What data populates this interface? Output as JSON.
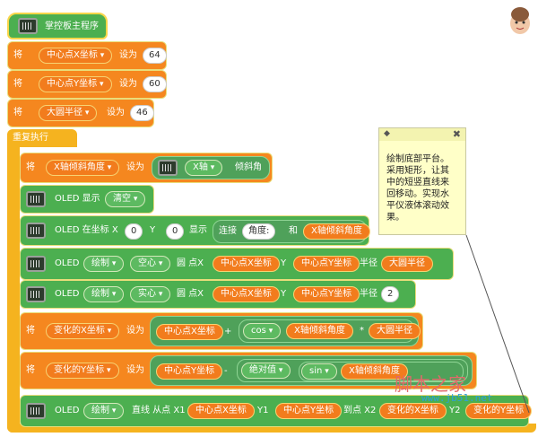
{
  "program": {
    "hat_label": "掌控板主程序",
    "set_label": "将",
    "set_to": "设为",
    "assignments": [
      {
        "var": "中心点X坐标",
        "value": "64"
      },
      {
        "var": "中心点Y坐标",
        "value": "60"
      },
      {
        "var": "大圆半径",
        "value": "46"
      }
    ],
    "loop_label": "重复执行",
    "loop": {
      "set_angle": {
        "var": "X轴倾斜角度",
        "axis": "X轴",
        "suffix": "倾斜角"
      },
      "oled_show": {
        "label": "OLED 显示",
        "value": "清空"
      },
      "oled_text": {
        "label": "OLED 在坐标 X",
        "x": "0",
        "y_label": "Y",
        "y": "0",
        "show": "显示",
        "join": "连接",
        "str": "角度:",
        "and": "和",
        "var": "X轴倾斜角度"
      },
      "oled_circle_hollow": {
        "oled": "OLED",
        "draw": "绘制",
        "mode": "空心",
        "circle_x": "圆 点X",
        "x": "中心点X坐标",
        "y_label": "Y",
        "y": "中心点Y坐标",
        "r_label": "半径",
        "r": "大圆半径"
      },
      "oled_circle_solid": {
        "oled": "OLED",
        "draw": "绘制",
        "mode": "实心",
        "circle_x": "圆 点X",
        "x": "中心点X坐标",
        "y_label": "Y",
        "y": "中心点Y坐标",
        "r_label": "半径",
        "r": "2"
      },
      "set_x": {
        "var": "变化的X坐标",
        "a": "中心点X坐标",
        "op": "+",
        "fn": "cos",
        "fn_arg": "X轴倾斜角度",
        "mul": "*",
        "b": "大圆半径"
      },
      "set_y": {
        "var": "变化的Y坐标",
        "a": "中心点Y坐标",
        "op": "-",
        "abs": "绝对值",
        "fn": "sin",
        "fn_arg": "X轴倾斜角度"
      },
      "oled_line": {
        "oled": "OLED",
        "draw": "绘制",
        "line_from": "直线 从点 X1",
        "x1": "中心点X坐标",
        "y1_label": "Y1",
        "y1": "中心点Y坐标",
        "to_label": "到点 X2",
        "x2": "变化的X坐标",
        "y2_label": "Y2",
        "y2": "变化的Y坐标"
      }
    }
  },
  "comment": {
    "text": "绘制底部平台。\n采用矩形，让其\n中的短竖直线来\n回移动。实现水\n平仪液体滚动效\n果。"
  },
  "watermark": {
    "text": "脚本之家",
    "url": "www.jb51.net"
  },
  "colors": {
    "orange": "#f5871f",
    "green": "#4caf50",
    "yellow": "#f9d64a",
    "note": "#ffffc8"
  }
}
